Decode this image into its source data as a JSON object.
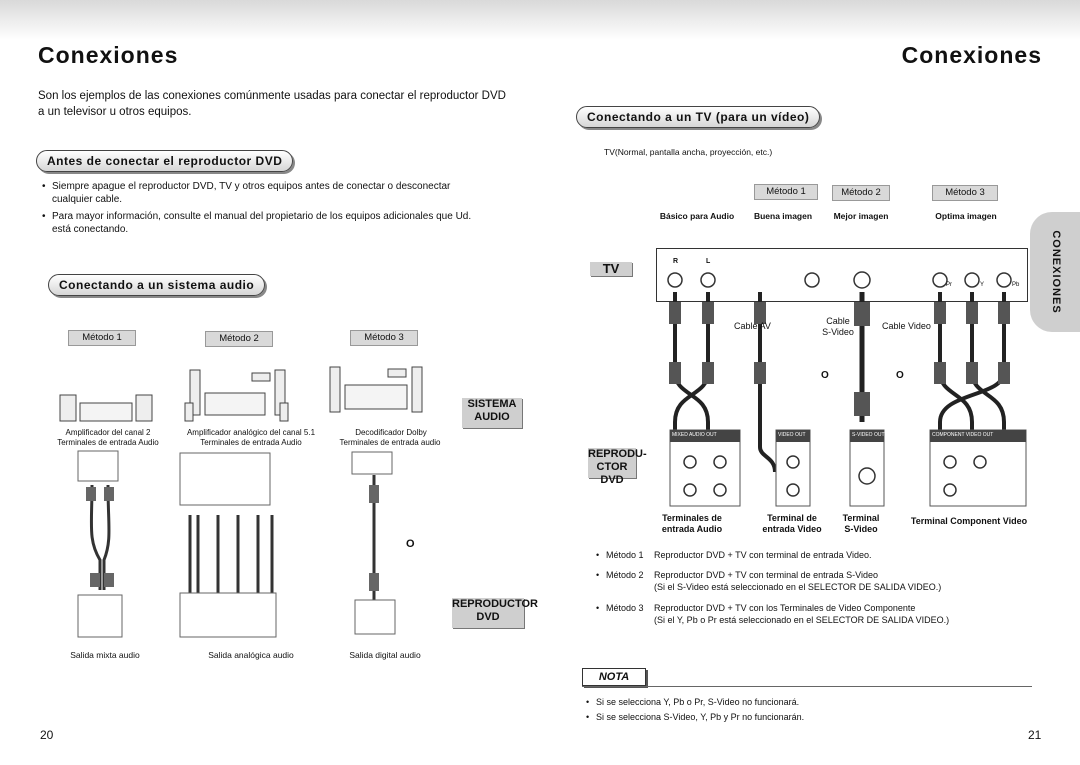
{
  "left_page": {
    "title": "Conexiones",
    "intro": "Son los ejemplos de las conexiones comúnmente usadas para conectar el reproductor DVD a un televisor u otros equipos.",
    "section_before": "Antes de conectar el reproductor DVD",
    "bullets": [
      "Siempre apague el reproductor DVD, TV y otros equipos antes de conectar o desconectar cualquier cable.",
      "Para mayor información, consulte el manual del propietario de los equipos adicionales que Ud. está conectando."
    ],
    "section_audio": "Conectando a un sistema audio",
    "methods": [
      "Método 1",
      "Método 2",
      "Método 3"
    ],
    "devices": [
      {
        "name": "Amplificador del canal 2",
        "terminal": "Terminales de entrada Audio"
      },
      {
        "name": "Amplificador analógico del canal 5.1",
        "terminal": "Terminales de entrada Audio"
      },
      {
        "name": "Decodificador Dolby",
        "terminal": "Terminales de entrada audio"
      }
    ],
    "or_label": "O",
    "sistema_audio": [
      "SISTEMA",
      "AUDIO"
    ],
    "reproductor_dvd": [
      "REPRODUCTOR",
      "DVD"
    ],
    "outputs": [
      "Salida mixta audio",
      "Salida analógica audio",
      "Salida digital audio"
    ],
    "page_number": "20"
  },
  "right_page": {
    "title": "Conexiones",
    "section_tv": "Conectando a un TV (para un vídeo)",
    "tv_types": "TV(Normal, pantalla ancha, proyección, etc.)",
    "methods": [
      "Método 1",
      "Método 2",
      "Método 3"
    ],
    "quality": [
      "Básico para Audio",
      "Buena imagen",
      "Mejor imagen",
      "Optima imagen"
    ],
    "tv_label": "TV",
    "rl": [
      "R",
      "L"
    ],
    "component_ports": [
      "Pr",
      "Y",
      "Pb"
    ],
    "cable_av": "Cable AV",
    "cable_svideo": [
      "Cable",
      "S-Video"
    ],
    "cable_video": "Cable Video",
    "or_labels": [
      "O",
      "O"
    ],
    "dvd_label": [
      "REPRODU-",
      "CTOR DVD"
    ],
    "panel_labels": [
      "MIXED AUDIO OUT",
      "VIDEO OUT",
      "S-VIDEO OUT",
      "COMPONENT VIDEO OUT"
    ],
    "terminals": [
      [
        "Terminales de",
        "entrada Audio"
      ],
      [
        "Terminal de",
        "entrada Video"
      ],
      [
        "Terminal",
        "S-Video"
      ],
      [
        "Terminal Component Video"
      ]
    ],
    "method_notes": [
      {
        "label": "Método 1",
        "line1": "Reproductor DVD + TV con terminal de entrada Video.",
        "line2": ""
      },
      {
        "label": "Método 2",
        "line1": "Reproductor DVD + TV con terminal de entrada S-Video",
        "line2": "(Si el S-Video está seleccionado en el SELECTOR DE SALIDA VIDEO.)"
      },
      {
        "label": "Método 3",
        "line1": "Reproductor DVD + TV con los Terminales de Video Componente",
        "line2": "(Si el Y, Pb o Pr está seleccionado en el SELECTOR DE SALIDA VIDEO.)"
      }
    ],
    "nota_title": "NOTA",
    "notes": [
      "Si se selecciona Y, Pb o Pr, S-Video no funcionará.",
      "Si se selecciona S-Video, Y, Pb y Pr no funcionarán."
    ],
    "side_tab": "CONEXIONES",
    "page_number": "21"
  }
}
